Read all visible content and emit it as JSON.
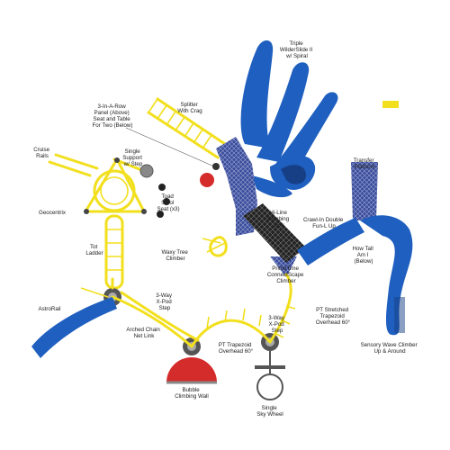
{
  "labels": {
    "triple_wilderslide": [
      "Triple",
      "WilderSlide II",
      "w/ Spiral"
    ],
    "splitter": [
      "Splitter",
      "With Crag"
    ],
    "three_in_a_row": [
      "3-In-A-Row",
      "Panel (Above)",
      "Seat and Table",
      "For Two (Below)"
    ],
    "cruise_rails": [
      "Cruise",
      "Rails"
    ],
    "single_support": [
      "Single",
      "Support",
      "w/ Step"
    ],
    "geocentrix": [
      "Geocentrix"
    ],
    "toad_stool": [
      "Toad",
      "Stool",
      "Seat (x3)"
    ],
    "transfer_platform": [
      "Transfer",
      "Platform"
    ],
    "hi_line": [
      "Hi-Line",
      "Climbing",
      "Link"
    ],
    "crawl_in": [
      "Crawl-In Double",
      "Fun-L Up"
    ],
    "tot_ladder": [
      "Tot",
      "Ladder"
    ],
    "waxy_tree": [
      "Waxy Tree",
      "Climber"
    ],
    "how_tall": [
      "How Tall",
      "Am I",
      "(Below)"
    ],
    "primetime": [
      "PrimeTime",
      "ConnectScape",
      "Climber"
    ],
    "astrorail": [
      "AstroRail"
    ],
    "three_way_1": [
      "3-Way",
      "X-Pod",
      "Step"
    ],
    "pt_stretched": [
      "PT Stretched",
      "Trapezoid",
      "Overhead 60°"
    ],
    "arched_chain": [
      "Arched Chain",
      "Net Link"
    ],
    "three_way_2": [
      "3-Way",
      "X-Pod",
      "Step"
    ],
    "pt_trapezoid": [
      "PT Trapezoid",
      "Overhead 60°"
    ],
    "sensory_wave": [
      "Sensory Wave Climber",
      "Up & Around"
    ],
    "bubble": [
      "Bubble",
      "Climbing Wall"
    ],
    "single_sky": [
      "Single",
      "Sky Wheel"
    ]
  },
  "colors": {
    "structure_yellow": "#f2df1e",
    "slide_blue": "#1f5fbf",
    "panel_navy": "#2c3f8a",
    "bubble_red": "#d42b2b",
    "dark_grey": "#444444"
  }
}
